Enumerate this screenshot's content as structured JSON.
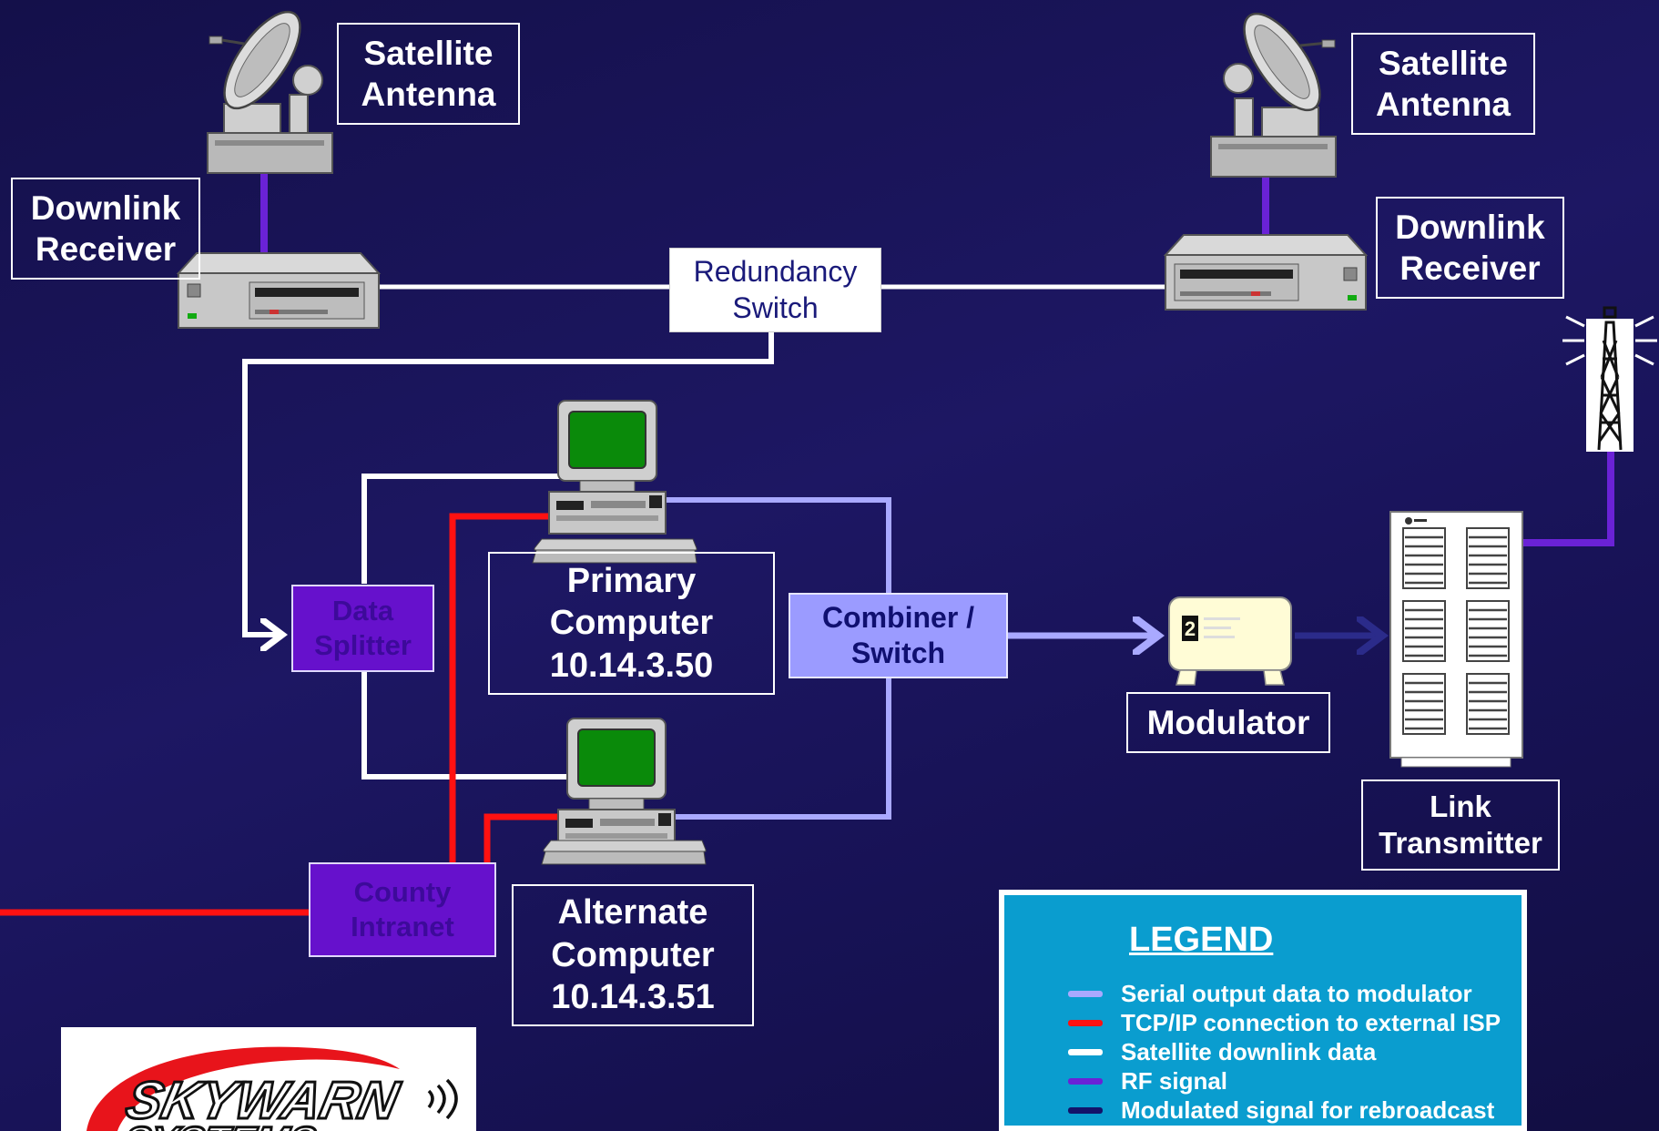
{
  "labels": {
    "satellite_antenna_left": [
      "Satellite",
      "Antenna"
    ],
    "satellite_antenna_right": [
      "Satellite",
      "Antenna"
    ],
    "downlink_receiver_left": [
      "Downlink",
      "Receiver"
    ],
    "downlink_receiver_right": [
      "Downlink",
      "Receiver"
    ],
    "redundancy_switch": [
      "Redundancy",
      "Switch"
    ],
    "data_splitter": [
      "Data",
      "Splitter"
    ],
    "primary_computer": [
      "Primary",
      "Computer",
      "10.14.3.50"
    ],
    "alternate_computer": [
      "Alternate",
      "Computer",
      "10.14.3.51"
    ],
    "combiner_switch": [
      "Combiner /",
      "Switch"
    ],
    "county_intranet": [
      "County",
      "Intranet"
    ],
    "modulator": "Modulator",
    "modulator_display_digit": "2",
    "link_transmitter": [
      "Link",
      "Transmitter"
    ]
  },
  "legend": {
    "title": "LEGEND",
    "items": [
      {
        "label": "Serial output data to modulator",
        "color": "#a9a9ff"
      },
      {
        "label": "TCP/IP connection to external ISP",
        "color": "#ff1111"
      },
      {
        "label": "Satellite downlink data",
        "color": "#ffffff"
      },
      {
        "label": "RF signal",
        "color": "#6a22d6"
      },
      {
        "label": "Modulated signal for rebroadcast",
        "color": "#13136a"
      }
    ]
  },
  "logo": {
    "text": "SKYWARN",
    "subtext": "SYSTEMS"
  },
  "colors": {
    "serial": "#a9a9ff",
    "tcpip": "#ff1111",
    "downlink": "#ffffff",
    "rf": "#6a22d6",
    "modulated": "#2b2b8a"
  }
}
